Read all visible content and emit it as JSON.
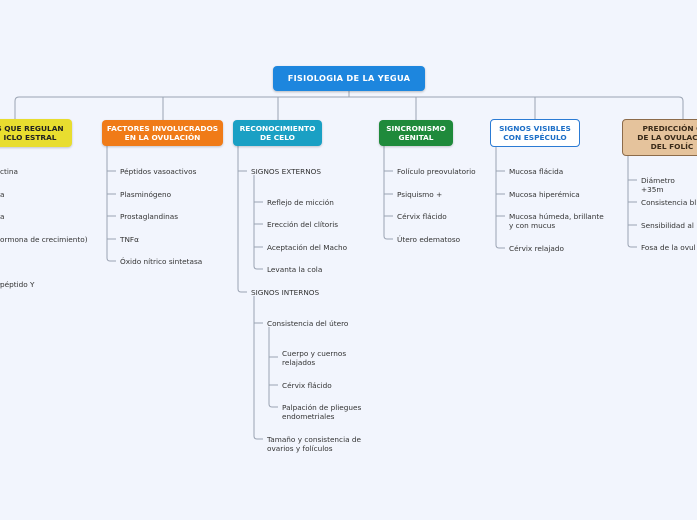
{
  "root": "FISIOLOGIA DE LA YEGUA",
  "branches": {
    "b1": {
      "title": "S QUE REGULAN\nICLO ESTRAL",
      "color": "#e8dd2f",
      "text_color": "#222222",
      "items": [
        "ctina",
        "a",
        "a",
        "ormona de crecimiento)",
        "péptido Y"
      ]
    },
    "b2": {
      "title": "FACTORES INVOLUCRADOS\nEN LA OVULACIÓN",
      "color": "#f07b18",
      "text_color": "#ffffff",
      "items": [
        "Péptidos vasoactivos",
        "Plasminógeno",
        "Prostaglandinas",
        "TNFα",
        "Óxido nítrico sintetasa"
      ]
    },
    "b3": {
      "title": "RECONOCIMIENTO\nDE CELO",
      "color": "#1aa0c4",
      "text_color": "#ffffff",
      "externos": {
        "label": "SIGNOS EXTERNOS",
        "items": [
          "Reflejo de micción",
          "Erección del clítoris",
          "Aceptación del Macho",
          "Levanta la cola"
        ]
      },
      "internos": {
        "label": "SIGNOS INTERNOS",
        "utero": {
          "label": "Consistencia del útero",
          "items": [
            "Cuerpo y cuernos\nrelajados",
            "Cérvix flácido",
            "Palpación de pliegues\n endometriales"
          ]
        },
        "ovarios": "Tamaño y consistencia de\novarios y folículos"
      }
    },
    "b4": {
      "title": "SINCRONISMO\nGENITAL",
      "color": "#1f8a3b",
      "text_color": "#ffffff",
      "items": [
        "Folículo preovulatorio",
        "Psiquismo +",
        "Cérvix flácido",
        "Útero edematoso"
      ]
    },
    "b5": {
      "title": "SIGNOS VISIBLES\nCON ESPÉCULO",
      "color": "#ffffff",
      "text_color": "#1d6fc7",
      "border": "#2b7bd4",
      "items": [
        "Mucosa flácida",
        "Mucosa hiperémica",
        "Mucosa húmeda, brillante\ny con mucus",
        "Cérvix relajado"
      ]
    },
    "b6": {
      "title": "PREDICCIÓN C\nDE LA OVULACIÓ\nDEL FOLÍC",
      "color": "#e5c39c",
      "text_color": "#3a2b1a",
      "border": "#8c6b4a",
      "items": [
        "Diámetro +35m",
        "Consistencia bl",
        "Sensibilidad al",
        "Fosa de la ovul"
      ]
    }
  }
}
